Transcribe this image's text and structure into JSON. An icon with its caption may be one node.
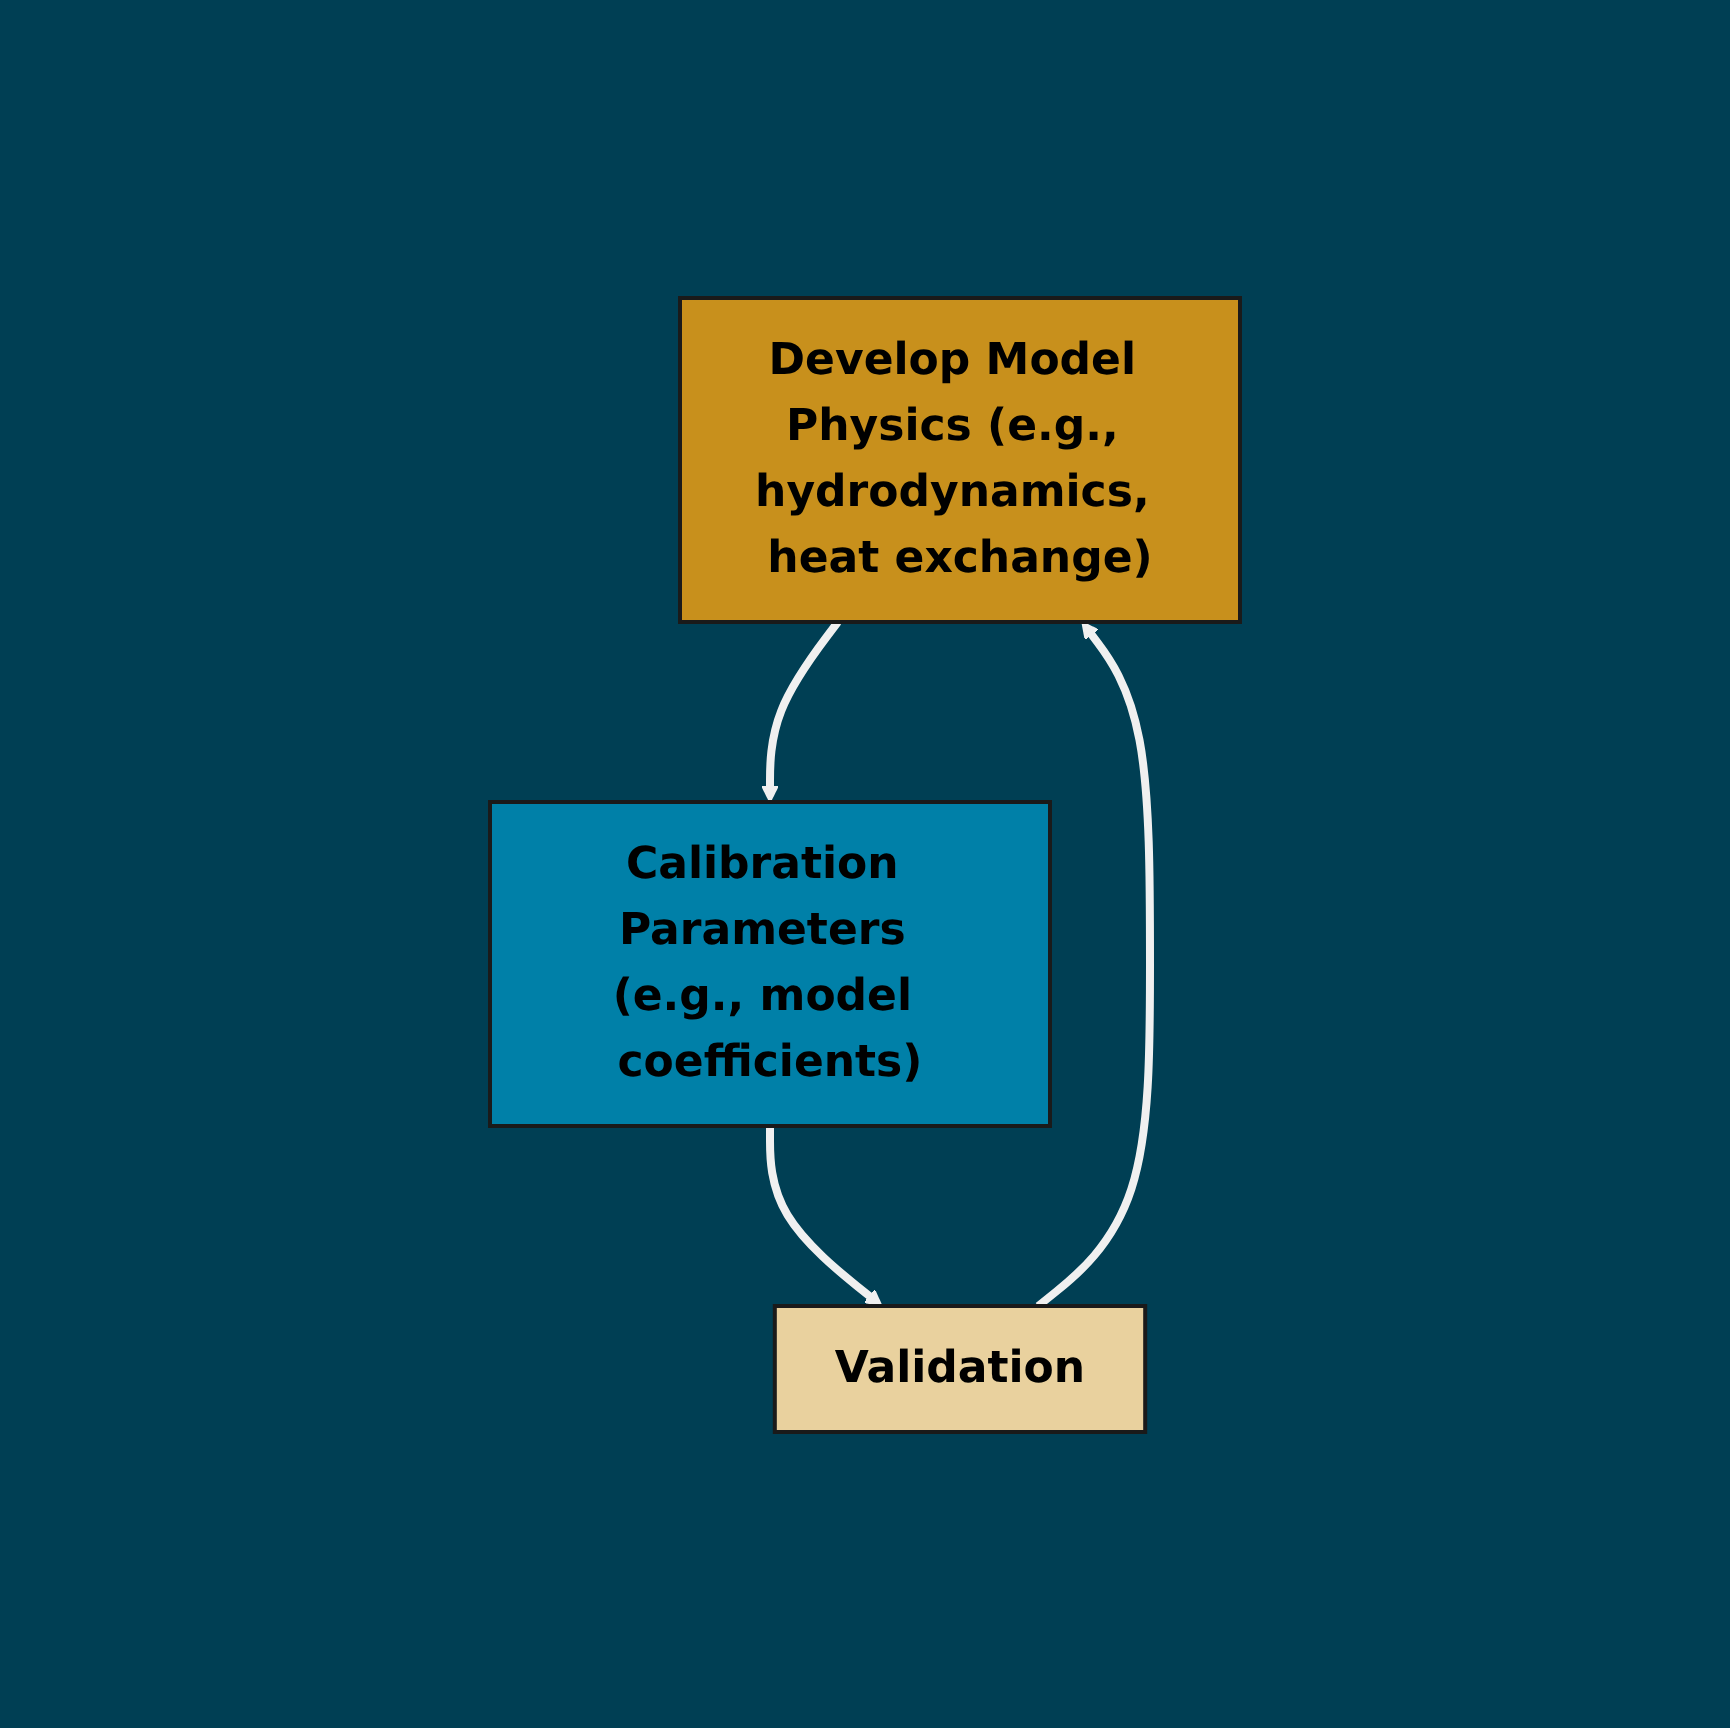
{
  "diagram": {
    "nodes": [
      {
        "text": [
          "Develop Model Physics (e.g., hydrodynamics, heat exchange)"
        ]
      },
      {
        "text": [
          "Calibration Parameters (e.g., model coefficients)"
        ]
      },
      {
        "text": [
          "Validation"
        ]
      }
    ],
    "edges": [
      {
        "from": 0,
        "to": 1,
        "arrow": "to"
      },
      {
        "from": 1,
        "to": 2,
        "arrow": "to"
      },
      {
        "from": 2,
        "to": 0,
        "arrow": "to"
      }
    ]
  }
}
